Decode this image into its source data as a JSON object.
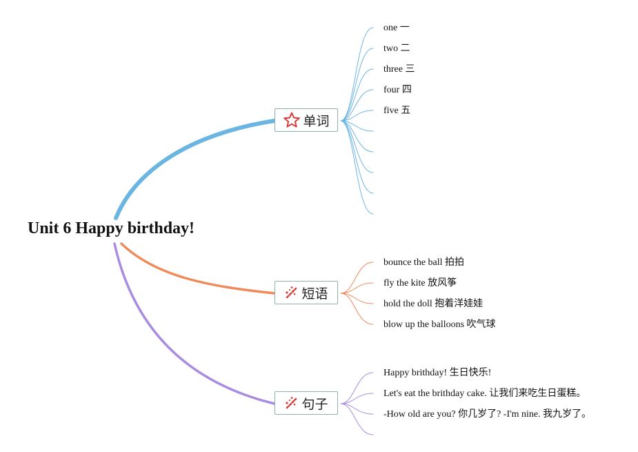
{
  "root": {
    "title": "Unit 6 Happy birthday!"
  },
  "colors": {
    "vocab": "#6bb5e2",
    "phrases": "#ef8a5b",
    "sentences": "#a98be0",
    "box_border": "#8fb0a8",
    "icon_red": "#d93a3a"
  },
  "branches": [
    {
      "id": "vocab",
      "label": "单词",
      "icon": "star-icon",
      "leaves": [
        "one 一",
        "two 二",
        "three 三",
        "four 四",
        "five 五",
        "",
        "",
        "",
        "",
        ""
      ]
    },
    {
      "id": "phrases",
      "label": "短语",
      "icon": "magic-wand-icon",
      "leaves": [
        "bounce the ball 拍拍",
        "fly the kite 放风筝",
        "hold the doll 抱着洋娃娃",
        "blow up the balloons 吹气球"
      ]
    },
    {
      "id": "sentences",
      "label": "句子",
      "icon": "magic-wand-icon",
      "leaves": [
        "Happy brithday! 生日快乐!",
        "Let's eat the brithday cake. 让我们来吃生日蛋糕。",
        "-How old are you? 你几岁了?  -I'm nine. 我九岁了。",
        ""
      ]
    }
  ]
}
